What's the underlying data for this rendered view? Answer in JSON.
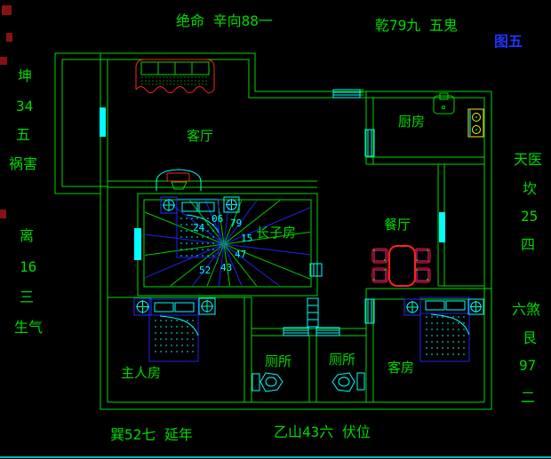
{
  "annotations": {
    "top_left": "绝命 辛向88一",
    "top_right": "乾79九 五鬼",
    "figure_no": "图五",
    "left_column": [
      "坤",
      "34",
      "五",
      "祸害",
      "离",
      "16",
      "三",
      "生气"
    ],
    "right_column": [
      "天医",
      "坎",
      "25",
      "四",
      "六煞",
      "艮",
      "97",
      "二"
    ],
    "bottom_left": "巽52七 延年",
    "bottom_right": "乙山43六 伏位"
  },
  "rooms": {
    "living_room": "客厅",
    "kitchen": "厨房",
    "dining_room": "餐厅",
    "eldest_son_room": "长子房",
    "master_bedroom": "主人房",
    "toilet_left": "厕所",
    "toilet_right": "厕所",
    "guest_room": "客房"
  },
  "compass": {
    "numbers": [
      "06",
      "79",
      "24",
      "15",
      "47",
      "43",
      "52"
    ]
  },
  "icons": {
    "fan": "ceiling-fan-icon",
    "toilet": "toilet-icon",
    "stove": "stove-burners-icon",
    "sink": "kitchen-sink-icon",
    "sofa": "sofa-icon",
    "bed": "bed-icon"
  },
  "colors": {
    "background": "#000000",
    "wall_green": "#00d900",
    "window_cyan": "#00ffff",
    "bed_blue": "#2222ee",
    "red": "#ff2222",
    "magenta": "#ff22aa",
    "stove_yellow": "#ffee00",
    "figure_blue": "#2233ff",
    "bottom_bar": "#00bbbb",
    "artifact_dark_red": "#881111"
  }
}
